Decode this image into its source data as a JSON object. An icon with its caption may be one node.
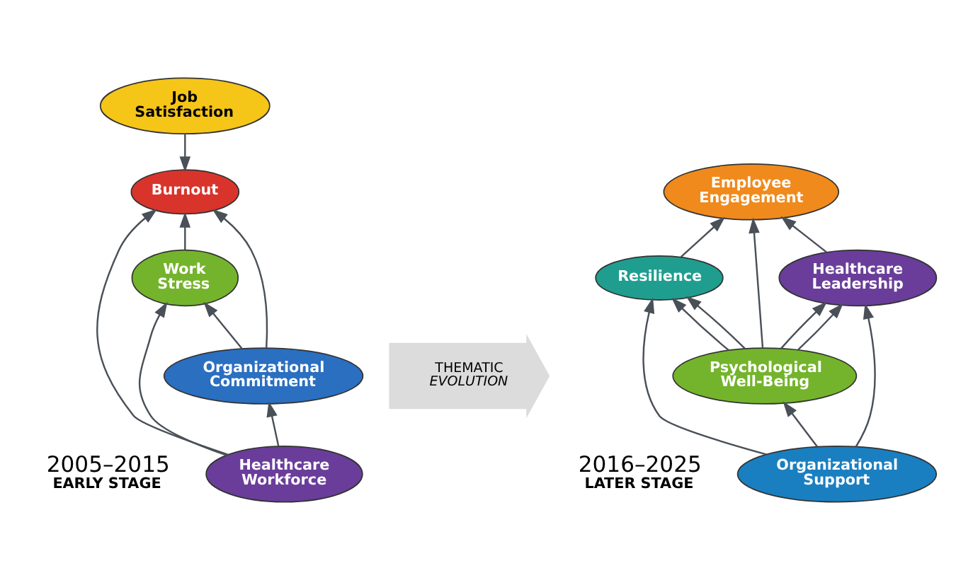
{
  "diagram": {
    "nodes": [
      {
        "text": [
          "Job Satisfaction"
        ]
      },
      {
        "text": [
          "Burnout"
        ]
      },
      {
        "text": [
          "Work Stress"
        ]
      },
      {
        "text": [
          "Organizational Commitment"
        ]
      },
      {
        "text": [
          "Healthcare Workforce"
        ]
      },
      {
        "text": [
          "THEMATIC",
          "EVOLUTION"
        ]
      },
      {
        "text": [
          "Employee Engagement"
        ]
      },
      {
        "text": [
          "Resilience"
        ]
      },
      {
        "text": [
          "Healthcare Leadership"
        ]
      },
      {
        "text": [
          "Psychological Well-Being"
        ]
      },
      {
        "text": [
          "Organizational Support"
        ]
      }
    ],
    "edges": [
      {
        "from": 0,
        "to": 1,
        "arrow": "to"
      },
      {
        "from": 2,
        "to": 1,
        "arrow": "to"
      },
      {
        "from": 3,
        "to": 1,
        "arrow": "to"
      },
      {
        "from": 3,
        "to": 2,
        "arrow": "to"
      },
      {
        "from": 4,
        "to": 2,
        "arrow": "to"
      },
      {
        "from": 4,
        "to": 3,
        "arrow": "to"
      },
      {
        "from": 4,
        "to": 1,
        "arrow": "to"
      },
      {
        "from": 7,
        "to": 6,
        "arrow": "to"
      },
      {
        "from": 9,
        "to": 6,
        "arrow": "to"
      },
      {
        "from": 8,
        "to": 6,
        "arrow": "to"
      },
      {
        "from": 9,
        "to": 7,
        "arrow": "to"
      },
      {
        "from": 9,
        "to": 7,
        "arrow": "to"
      },
      {
        "from": 9,
        "to": 8,
        "arrow": "to"
      },
      {
        "from": 9,
        "to": 8,
        "arrow": "to"
      },
      {
        "from": 10,
        "to": 7,
        "arrow": "to"
      },
      {
        "from": 10,
        "to": 9,
        "arrow": "to"
      },
      {
        "from": 10,
        "to": 8,
        "arrow": "to"
      }
    ],
    "labels": [
      "2005–2015",
      "EARLY STAGE",
      "2016–2025",
      "LATER STAGE"
    ]
  }
}
